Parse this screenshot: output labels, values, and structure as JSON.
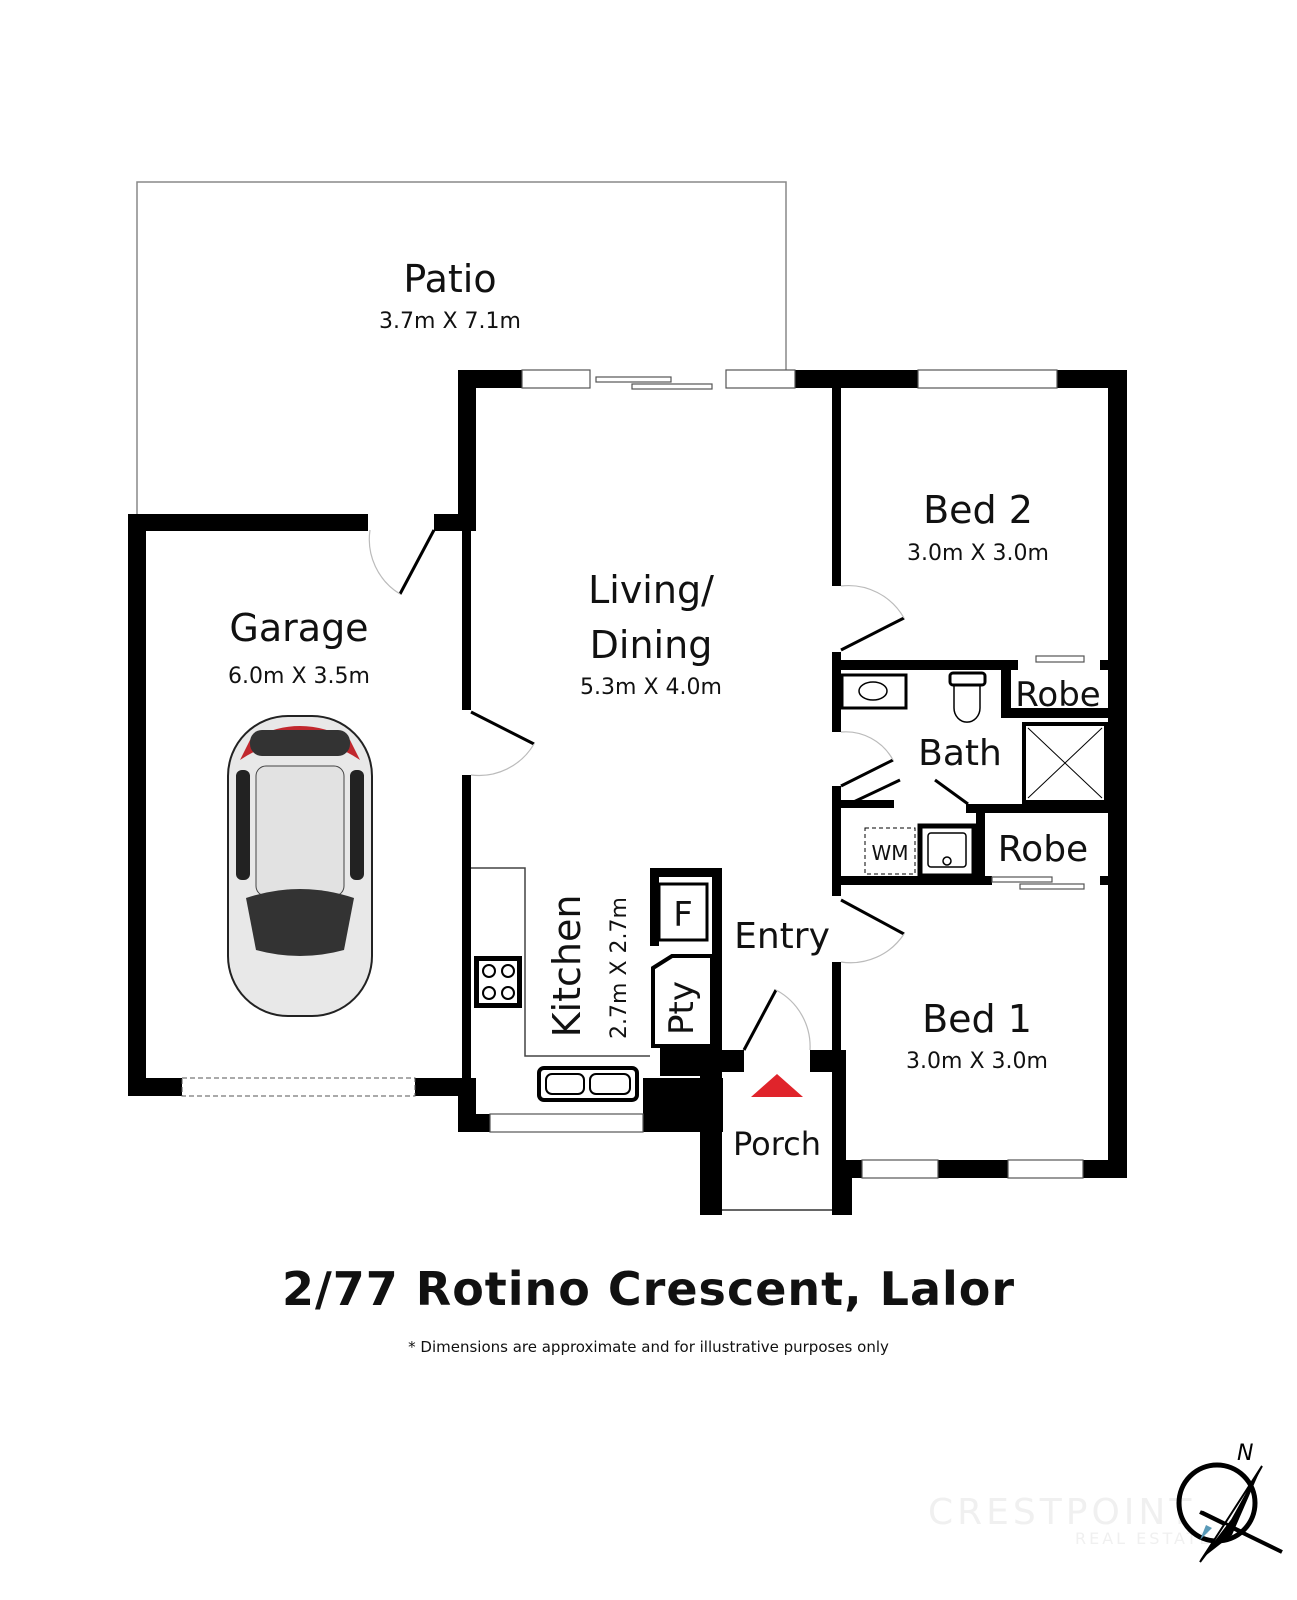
{
  "rooms": {
    "patio": {
      "name": "Patio",
      "dims": "3.7m X 7.1m"
    },
    "garage": {
      "name": "Garage",
      "dims": "6.0m X 3.5m"
    },
    "living": {
      "name_line1": "Living/",
      "name_line2": "Dining",
      "dims": "5.3m X 4.0m"
    },
    "bed2": {
      "name": "Bed 2",
      "dims": "3.0m X 3.0m"
    },
    "bed1": {
      "name": "Bed 1",
      "dims": "3.0m X 3.0m"
    },
    "kitchen": {
      "name": "Kitchen",
      "dims": "2.7m X 2.7m"
    },
    "bath": {
      "name": "Bath"
    },
    "robe1": {
      "name": "Robe"
    },
    "robe2": {
      "name": "Robe"
    },
    "entry": {
      "name": "Entry"
    },
    "porch": {
      "name": "Porch"
    },
    "pantry": {
      "name": "Pty"
    },
    "fridge": {
      "name": "F"
    },
    "washing_machine": {
      "name": "WM"
    }
  },
  "address": "2/77 Rotino Crescent, Lalor",
  "disclaimer": "* Dimensions are approximate and for illustrative purposes only",
  "compass": {
    "north_label": "N"
  },
  "watermark": {
    "line1": "CRESTPOINT",
    "line2": "REAL ESTATE"
  },
  "colors": {
    "wall": "#000000",
    "entry_arrow": "#e0242b",
    "compass_accent": "#5a9ab8"
  }
}
